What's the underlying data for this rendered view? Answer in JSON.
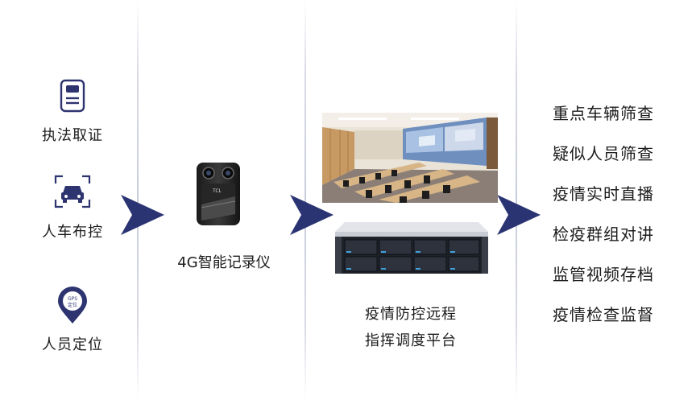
{
  "left_items": [
    {
      "label": "执法取证",
      "icon": "id-card-icon"
    },
    {
      "label": "人车布控",
      "icon": "car-scan-icon"
    },
    {
      "label": "人员定位",
      "icon": "gps-pin-icon",
      "badge": "GPS\n定位"
    }
  ],
  "device": {
    "label": "4G智能记录仪",
    "brand": "TCL",
    "icon": "body-camera-icon"
  },
  "platform": {
    "line1": "疫情防控远程",
    "line2": "指挥调度平台"
  },
  "features": [
    "重点车辆筛查",
    "疑似人员筛查",
    "疫情实时直播",
    "检疫群组对讲",
    "监管视频存档",
    "疫情检查监督"
  ],
  "colors": {
    "arrow": "#2b3473",
    "icon": "#2d3470",
    "divider": "#c9ccdb",
    "text": "#1c1c1c"
  }
}
